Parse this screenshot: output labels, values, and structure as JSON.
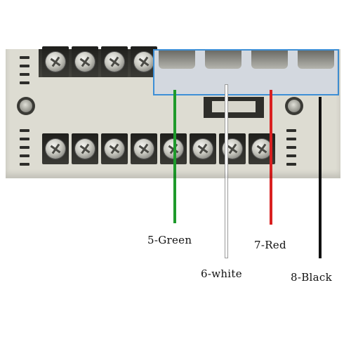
{
  "photo": {
    "description_icon": "terminal-block-controller-icon",
    "colors": {
      "housing": "#dddcd2",
      "panel_border": "#3d8fd6",
      "green": "#1e9a2b",
      "white": "#ffffff",
      "red": "#d92020",
      "black": "#111111"
    }
  },
  "wires": {
    "green": {
      "label": "5-Green",
      "color": "#1e9a2b"
    },
    "white": {
      "label": "6-white",
      "color": "#ffffff"
    },
    "red": {
      "label": "7-Red",
      "color": "#d92020"
    },
    "black": {
      "label": "8-Black",
      "color": "#111111"
    }
  }
}
